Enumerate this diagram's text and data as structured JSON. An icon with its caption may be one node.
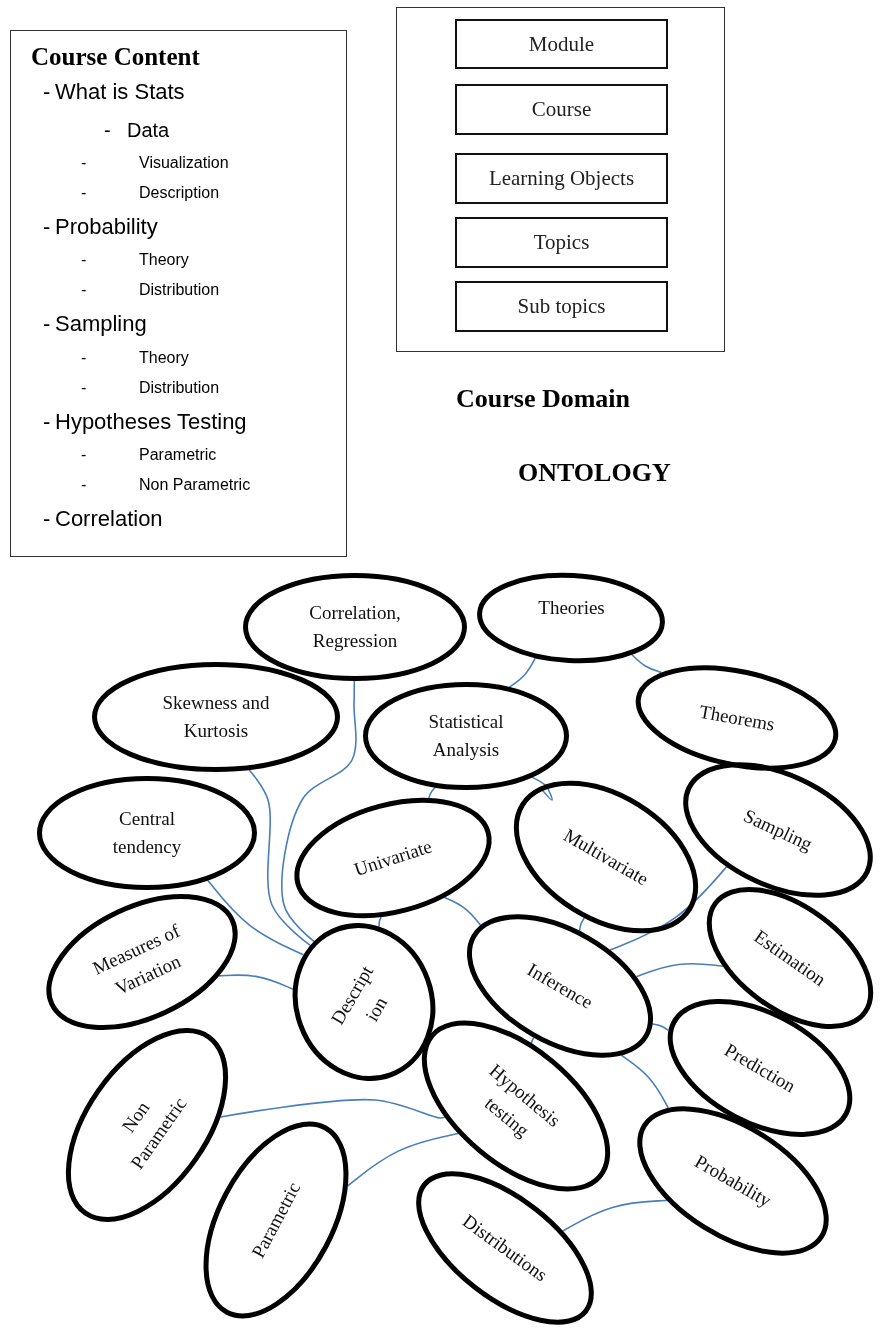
{
  "diagram": {
    "nodes": [
      {
        "text": [
          "Course Content",
          "-",
          "What is Stats",
          "-",
          "Data",
          "-",
          "Visualization",
          "-",
          "Description",
          "-",
          "Probability",
          "-",
          "Theory",
          "-",
          "Distribution",
          "-",
          "Sampling",
          "-",
          "Theory",
          "-",
          "Distribution",
          "-",
          "Hypotheses Testing",
          "-",
          "Parametric",
          "-",
          "Non Parametric",
          "-",
          "Correlation"
        ]
      },
      {
        "text": [],
        "shape": "box",
        "beside": [
          "Course Domain"
        ]
      },
      {
        "text": [
          "Module"
        ],
        "in": 1
      },
      {
        "text": [
          "Course"
        ],
        "in": 1
      },
      {
        "text": [
          "Learning Objects"
        ],
        "in": 1
      },
      {
        "text": [
          "Topics"
        ],
        "in": 1
      },
      {
        "text": [
          "Sub topics"
        ],
        "in": 1
      },
      {
        "text": [
          "Correlation, Regression"
        ]
      },
      {
        "text": [
          "Theories"
        ]
      },
      {
        "text": [
          "Skewness and Kurtosis"
        ]
      },
      {
        "text": [
          "Statistical Analysis"
        ]
      },
      {
        "text": [
          "Theorems"
        ]
      },
      {
        "text": [
          "Central tendency"
        ]
      },
      {
        "text": [
          "Univariate"
        ]
      },
      {
        "text": [
          "Multivariate"
        ]
      },
      {
        "text": [
          "Sampling"
        ]
      },
      {
        "text": [
          "Measures of Variation"
        ]
      },
      {
        "text": [
          "Descript ion"
        ]
      },
      {
        "text": [
          "Inference"
        ]
      },
      {
        "text": [
          "Estimation"
        ]
      },
      {
        "text": [
          "Non Parametric"
        ]
      },
      {
        "text": [
          "Hypothesis testing"
        ]
      },
      {
        "text": [
          "Prediction"
        ]
      },
      {
        "text": [
          "Parametric"
        ]
      },
      {
        "text": [
          "Probability"
        ]
      },
      {
        "text": [
          "Distributions"
        ]
      }
    ],
    "edges": [
      {
        "from": 8,
        "to": 10,
        "arrow": "none"
      },
      {
        "from": 8,
        "to": 11,
        "arrow": "none"
      },
      {
        "from": 11,
        "to": 15,
        "arrow": "none"
      },
      {
        "from": 10,
        "to": 13,
        "arrow": "none"
      },
      {
        "from": 10,
        "to": 14,
        "arrow": "none"
      },
      {
        "from": 7,
        "to": 17,
        "arrow": "none"
      },
      {
        "from": 9,
        "to": 17,
        "arrow": "none"
      },
      {
        "from": 12,
        "to": 17,
        "arrow": "none"
      },
      {
        "from": 16,
        "to": 17,
        "arrow": "none"
      },
      {
        "from": 13,
        "to": 17,
        "arrow": "none"
      },
      {
        "from": 13,
        "to": 18,
        "arrow": "none"
      },
      {
        "from": 14,
        "to": 18,
        "arrow": "none"
      },
      {
        "from": 15,
        "to": 18,
        "arrow": "none"
      },
      {
        "from": 19,
        "to": 18,
        "arrow": "none"
      },
      {
        "from": 18,
        "to": 22,
        "arrow": "none"
      },
      {
        "from": 18,
        "to": 21,
        "arrow": "none"
      },
      {
        "from": 18,
        "to": 24,
        "arrow": "none"
      },
      {
        "from": 24,
        "to": 25,
        "arrow": "none"
      },
      {
        "from": 21,
        "to": 20,
        "arrow": "none"
      },
      {
        "from": 21,
        "to": 23,
        "arrow": "none"
      }
    ],
    "labels": [
      "ONTOLOGY"
    ]
  }
}
